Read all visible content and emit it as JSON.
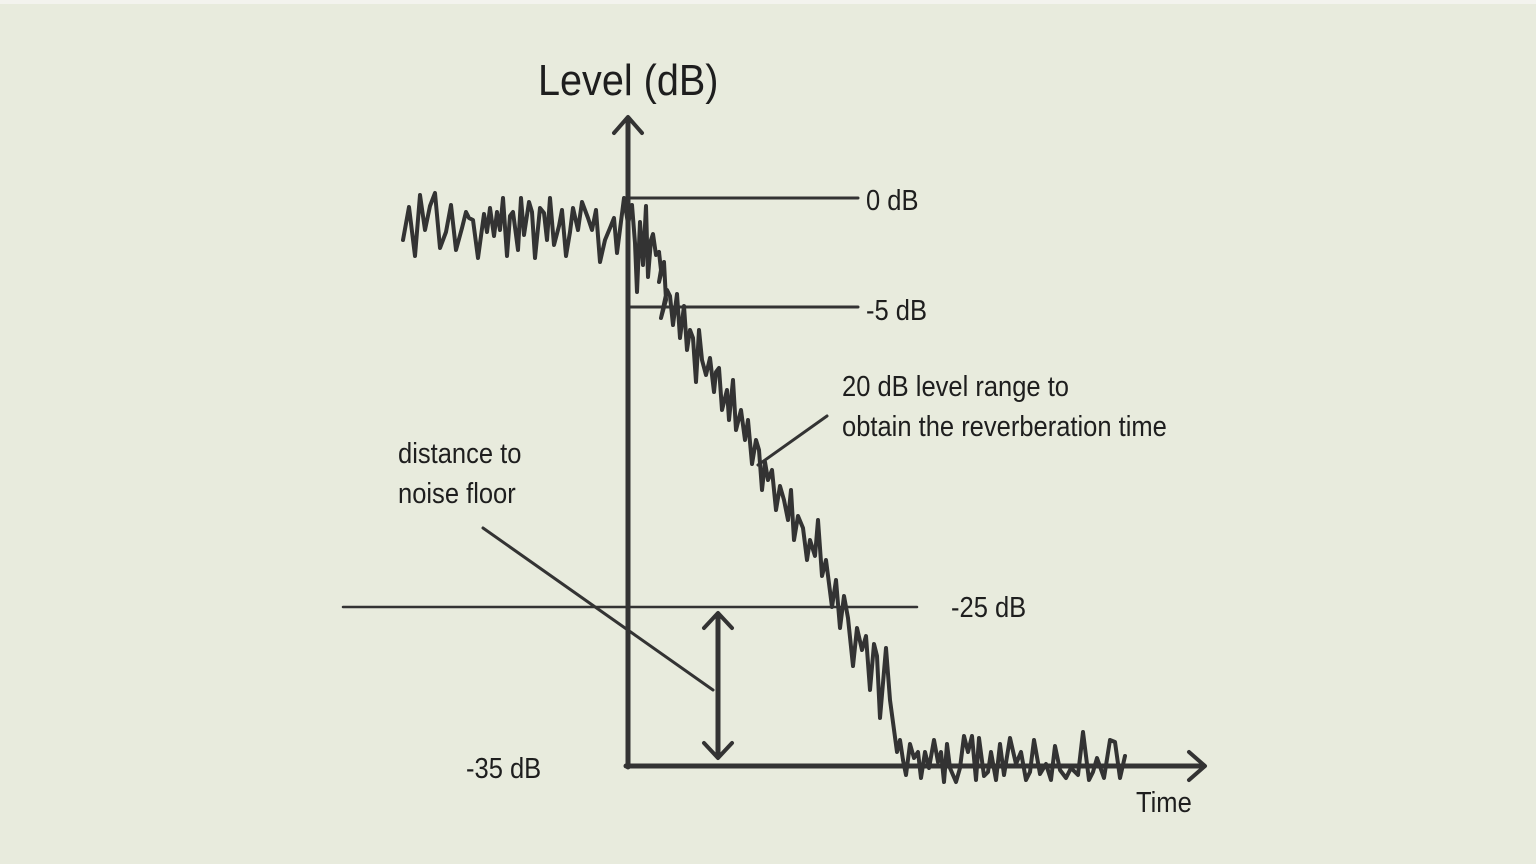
{
  "diagram": {
    "y_axis_title": "Level (dB)",
    "x_axis_title": "Time",
    "level_markers": [
      {
        "label": "0 dB",
        "value": 0
      },
      {
        "label": "-5 dB",
        "value": -5
      },
      {
        "label": "-25 dB",
        "value": -25
      },
      {
        "label": "-35 dB",
        "value": -35
      }
    ],
    "annotations": {
      "level_range_line1": "20 dB level range to",
      "level_range_line2": "obtain the reverberation time",
      "noise_floor_line1": "distance to",
      "noise_floor_line2": "noise floor"
    },
    "colors": {
      "background": "#e8ebdd",
      "stroke": "#333333",
      "text": "#1e1e1e"
    }
  }
}
